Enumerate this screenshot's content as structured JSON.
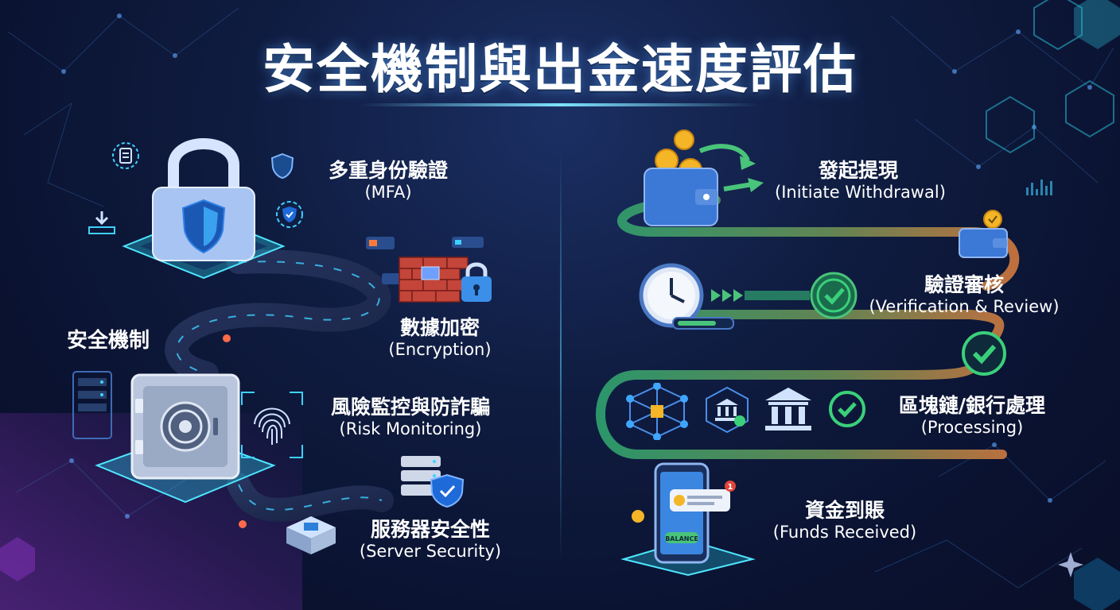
{
  "title": "安全機制與出金速度評估",
  "security": {
    "section_label": "安全機制",
    "items": [
      {
        "zh": "多重身份驗證",
        "en": "(MFA)"
      },
      {
        "zh": "數據加密",
        "en": "(Encryption)"
      },
      {
        "zh": "風險監控與防詐騙",
        "en": "(Risk Monitoring)"
      },
      {
        "zh": "服務器安全性",
        "en": "(Server Security)"
      }
    ]
  },
  "withdrawal": {
    "steps": [
      {
        "zh": "發起提現",
        "en": "(Initiate Withdrawal)"
      },
      {
        "zh": "驗證審核",
        "en": "(Verification & Review)"
      },
      {
        "zh": "區塊鏈/銀行處理",
        "en": "(Processing)"
      },
      {
        "zh": "資金到賬",
        "en": "(Funds Received)"
      }
    ],
    "phone_button": "BALANCE",
    "notification_count": "1"
  },
  "icons": {
    "padlock": "padlock-shield-icon",
    "safe": "vault-safe-icon",
    "firewall": "firewall-lock-icon",
    "fingerprint": "fingerprint-icon",
    "server": "server-shield-icon",
    "wallet": "wallet-coins-icon",
    "clock": "stopwatch-icon",
    "check": "check-badge-icon",
    "blockchain": "blockchain-cube-icon",
    "bank": "bank-building-icon",
    "phone": "smartphone-notification-icon"
  },
  "colors": {
    "accent_cyan": "#3fd0ff",
    "path_green": "#3fae7a",
    "path_orange": "#d2793f",
    "check_green": "#3ad07a"
  }
}
